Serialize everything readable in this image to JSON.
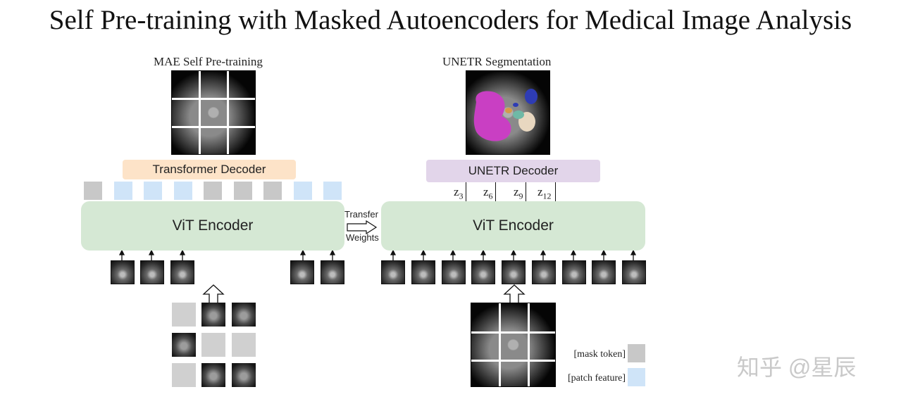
{
  "title": "Self Pre-training with Masked Autoencoders for Medical Image Analysis",
  "left_panel": {
    "heading": "MAE Self Pre-training",
    "decoder_label": "Transformer Decoder",
    "encoder_label": "ViT Encoder",
    "tokens": [
      "mask",
      "feat",
      "feat",
      "feat",
      "mask",
      "mask",
      "mask",
      "feat",
      "feat"
    ]
  },
  "transfer": {
    "line1": "Transfer",
    "line2": "Weights"
  },
  "right_panel": {
    "heading": "UNETR Segmentation",
    "decoder_label": "UNETR Decoder",
    "encoder_label": "ViT Encoder",
    "skips": [
      {
        "base": "z",
        "sub": "3"
      },
      {
        "base": "z",
        "sub": "6"
      },
      {
        "base": "z",
        "sub": "9"
      },
      {
        "base": "z",
        "sub": "12"
      }
    ]
  },
  "legend": {
    "mask_label": "[mask token]",
    "feat_label": "[patch feature]",
    "mask_color": "#c8c8c8",
    "feat_color": "#cfe4f8"
  },
  "colors": {
    "encoder": "#d5e8d4",
    "transformer_decoder": "#fde3c8",
    "unetr_decoder": "#e2d5ea",
    "seg_liver": "#c93fc3",
    "seg_kidney": "#e8d7c0",
    "seg_spleen": "#2e3cb4",
    "seg_aorta": "#6fb9a6"
  },
  "watermark": "知乎 @星辰"
}
